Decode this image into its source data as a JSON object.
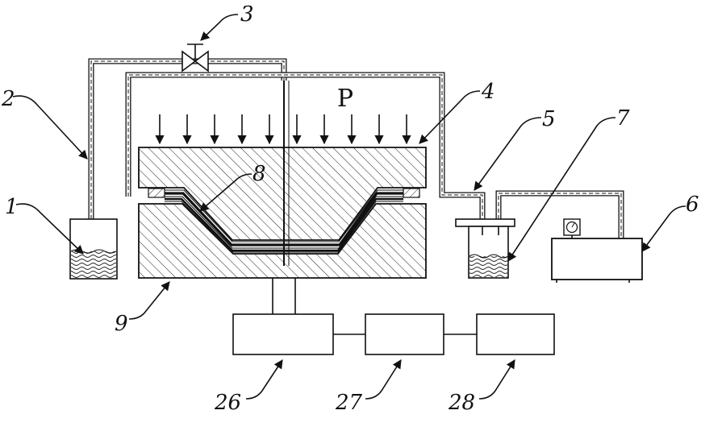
{
  "labels": {
    "n1": "1",
    "n2": "2",
    "n3": "3",
    "n4": "4",
    "n5": "5",
    "n6": "6",
    "n7": "7",
    "n8": "8",
    "n9": "9",
    "n26": "26",
    "n27": "27",
    "n28": "28",
    "pressure": "P"
  }
}
